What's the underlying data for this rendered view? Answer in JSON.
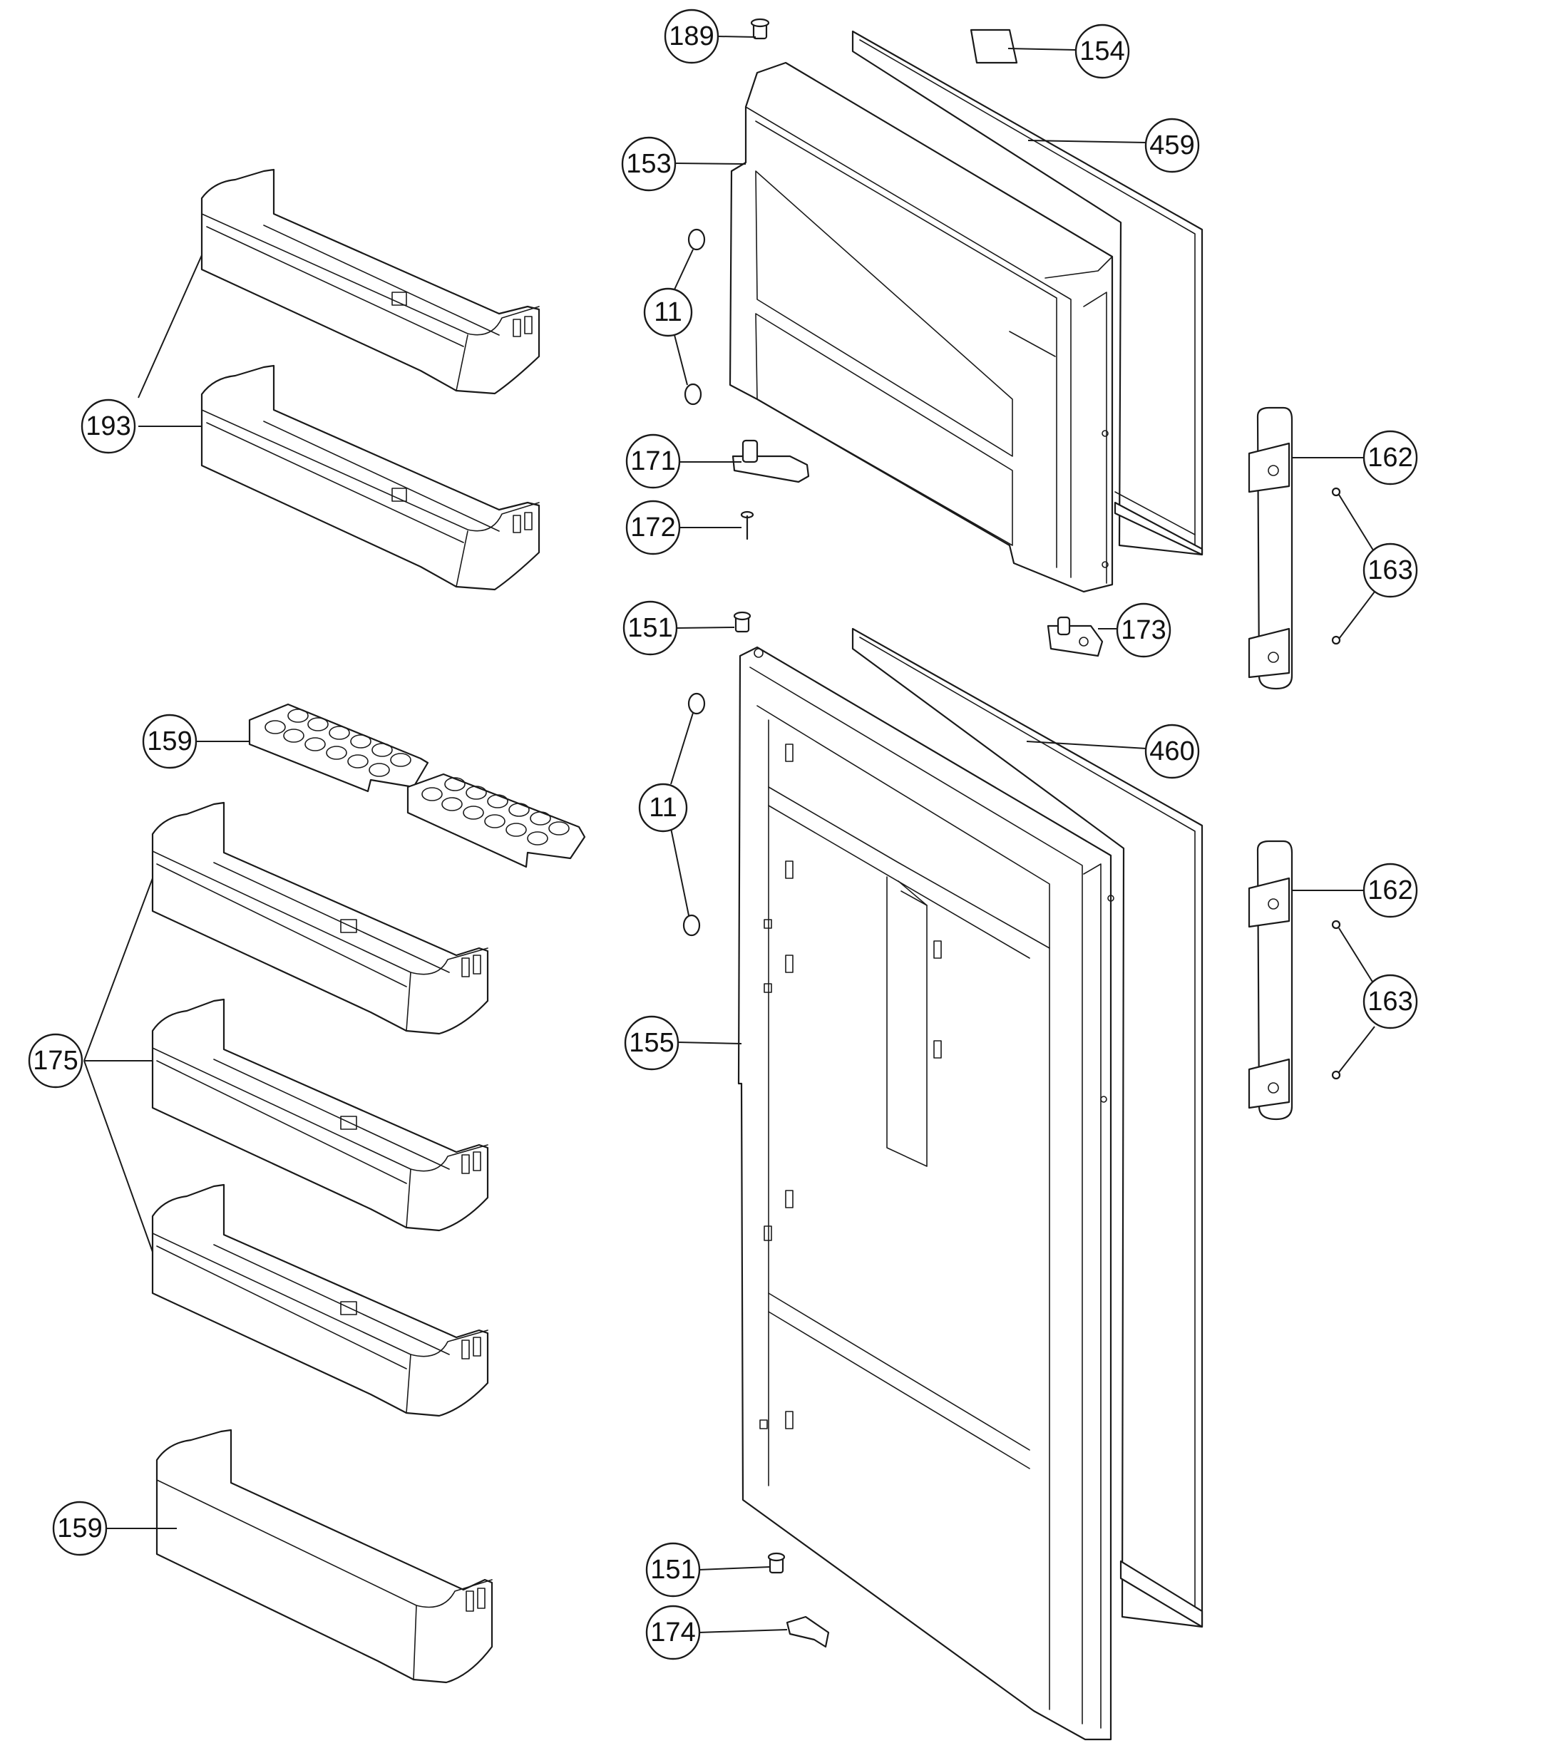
{
  "callouts": {
    "c189": "189",
    "c154": "154",
    "c459": "459",
    "c153": "153",
    "c11a": "11",
    "c171": "171",
    "c172": "172",
    "c151a": "151",
    "c173": "173",
    "c162a": "162",
    "c163a": "163",
    "c193": "193",
    "c159a": "159",
    "c460": "460",
    "c11b": "11",
    "c155": "155",
    "c162b": "162",
    "c163b": "163",
    "c175": "175",
    "c159b": "159",
    "c151b": "151",
    "c174": "174"
  }
}
